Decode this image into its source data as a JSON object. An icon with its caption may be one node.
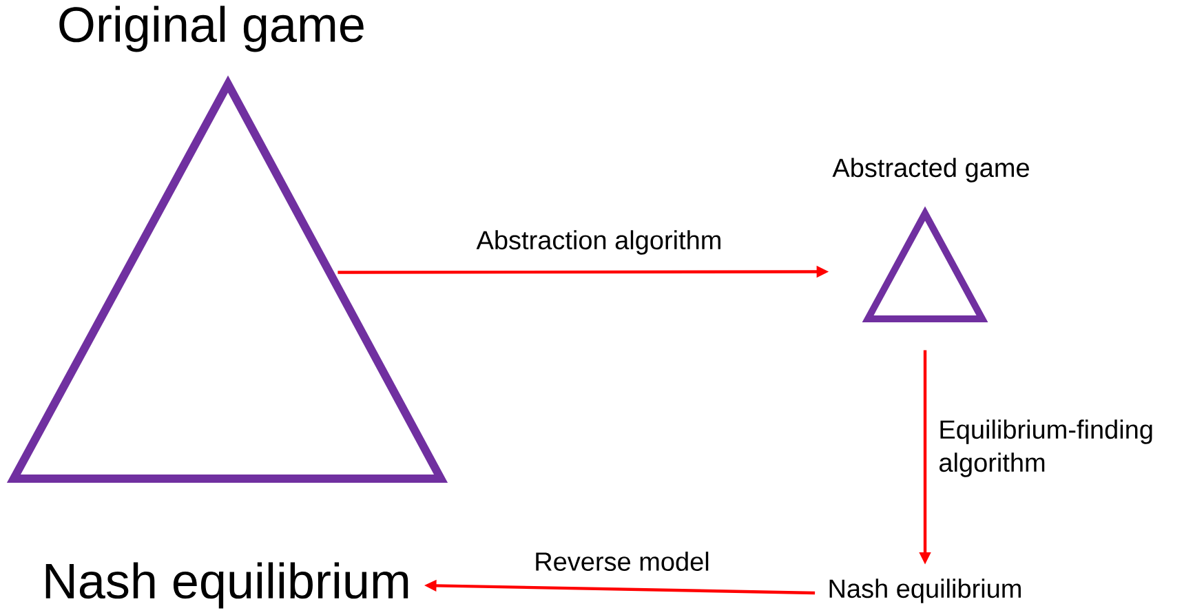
{
  "diagram": {
    "nodes": [
      {
        "text": [
          "Original game"
        ]
      },
      {
        "text": [
          "Abstracted game"
        ]
      },
      {
        "text": [
          "Nash equilibrium"
        ]
      },
      {
        "text": [
          "Nash equilibrium"
        ]
      }
    ],
    "edges": [
      {
        "from": 0,
        "to": 1,
        "arrow": "to",
        "label": "Abstraction algorithm"
      },
      {
        "from": 1,
        "to": 2,
        "arrow": "to",
        "label": "Equilibrium-finding algorithm"
      },
      {
        "from": 2,
        "to": 3,
        "arrow": "to",
        "label": "Reverse model"
      }
    ]
  }
}
